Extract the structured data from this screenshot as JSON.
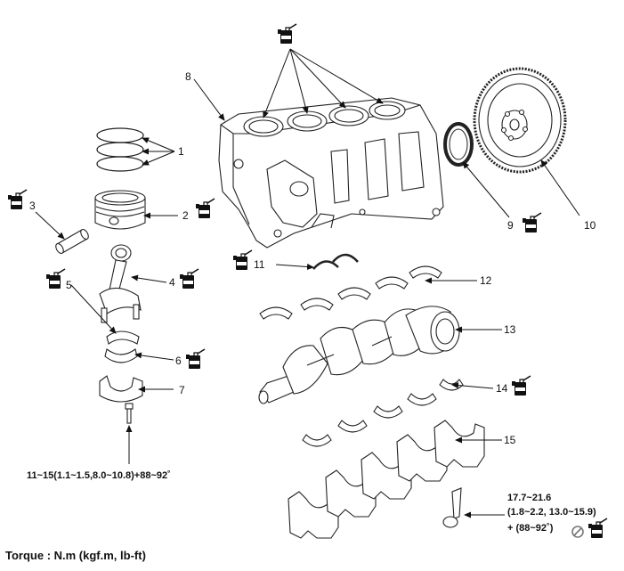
{
  "callouts": [
    "1",
    "2",
    "3",
    "4",
    "5",
    "6",
    "7",
    "8",
    "9",
    "10",
    "11",
    "12",
    "13",
    "14",
    "15"
  ],
  "oil_label": "OIL",
  "torque_rod": "11~15(1.1~1.5,8.0~10.8)+88~92˚",
  "torque_main_line1": "17.7~21.6",
  "torque_main_line2": "(1.8~2.2, 13.0~15.9)",
  "torque_main_line3": "+ (88~92˚)",
  "footer": "Torque : N.m (kgf.m, lb-ft)"
}
